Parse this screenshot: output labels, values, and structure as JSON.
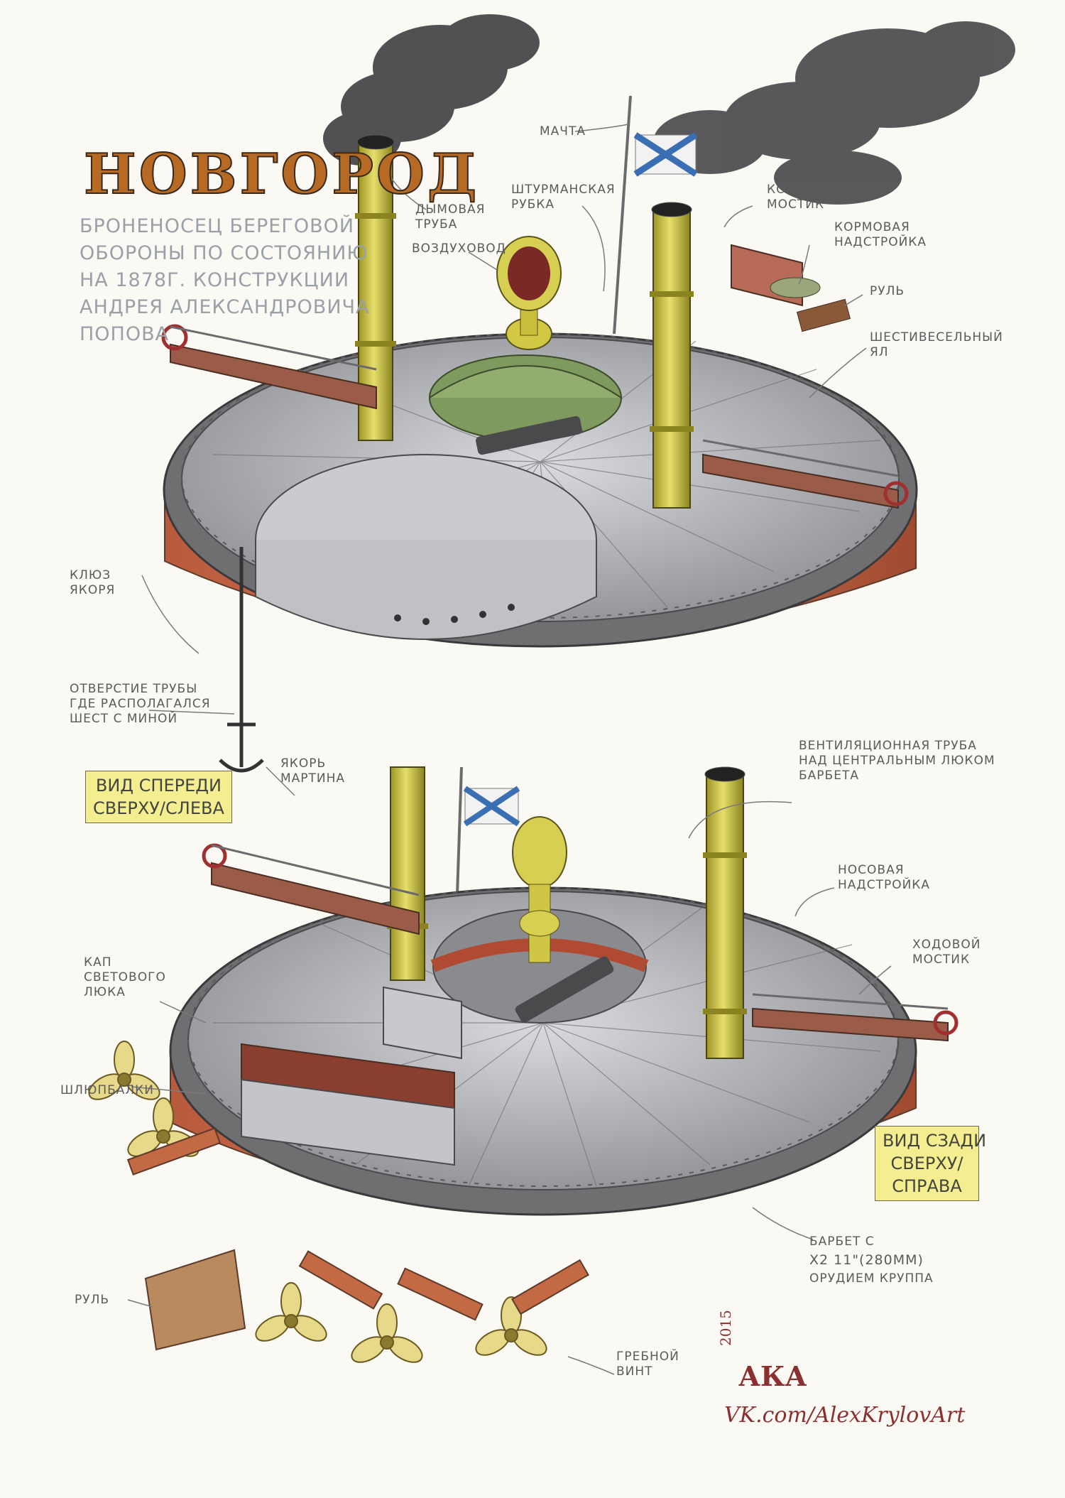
{
  "title": "НОВГОРОД",
  "subtitle_lines": [
    "БРОНЕНОСЕЦ БЕРЕГОВОЙ",
    "ОБОРОНЫ ПО СОСТОЯНИЮ",
    "НА 1878г. КОНСТРУКЦИИ",
    "АНДРЕЯ АЛЕКСАНДРОВИЧА",
    "ПОПОВА"
  ],
  "labels": {
    "smokestack": [
      "ДЫМОВАЯ",
      "ТРУБА"
    ],
    "air_vent": "ВОЗДУХОВОД",
    "wheelhouse": [
      "ШТУРМАНСКАЯ",
      "РУБКА"
    ],
    "mast": "МАЧТА",
    "aft_bridge": [
      "КОРМОВОЙ",
      "МОСТИК"
    ],
    "aft_superstructure": [
      "КОРМОВАЯ",
      "НАДСТРОЙКА"
    ],
    "rudder_top": "РУЛЬ",
    "six_oar_yawl": [
      "ШЕСТИВЕСЕЛЬНЫЙ",
      "ЯЛ"
    ],
    "anchor_hawse": [
      "КЛЮЗ",
      "ЯКОРЯ"
    ],
    "mine_pole_hole": [
      "ОТВЕРСТИЕ ТРУБЫ",
      "ГДЕ РАСПОЛАГАЛСЯ",
      "ШЕСТ С МИНОЙ"
    ],
    "martin_anchors": [
      "ЯКОРЬ",
      "МАРТИНА"
    ],
    "ventilation_pipe": [
      "ВЕНТИЛЯЦИОННАЯ ТРУБА",
      "НАД ЦЕНТРАЛЬНЫМ ЛЮКОМ",
      "БАРБЕТА"
    ],
    "bow_superstructure": [
      "НОСОВАЯ",
      "НАДСТРОЙКА"
    ],
    "navigation_bridge": [
      "ХОДОВОЙ",
      "МОСТИК"
    ],
    "skylight_hatch": [
      "КАП",
      "СВЕТОВОГО",
      "ЛЮКА"
    ],
    "davits": "ШЛЮПБАЛКИ",
    "rudder_bottom": "РУЛЬ",
    "barbette": [
      "БАРБЕТ С",
      "x2  11\"(280мм)",
      "ОРУДИЕМ КРУППА"
    ],
    "propeller": [
      "ГРЕБНОЙ",
      "ВИНТ"
    ]
  },
  "view_front": [
    "ВИД СПЕРЕДИ",
    "СВЕРХУ/СЛЕВА"
  ],
  "view_back": [
    "ВИД СЗАДИ",
    "СВЕРХУ/",
    "СПРАВА"
  ],
  "signature": {
    "year": "2015",
    "initials": "АКА",
    "url": "VK.com/AlexKrylovArt"
  },
  "colors": {
    "hull_brick": "#c8694a",
    "deck_gray": "#a4a6ab",
    "funnel_yellow": "#d6cf52",
    "smoke": "#3f3f42",
    "title_orange": "#b66a24",
    "view_label_bg": "#f5ee91"
  }
}
